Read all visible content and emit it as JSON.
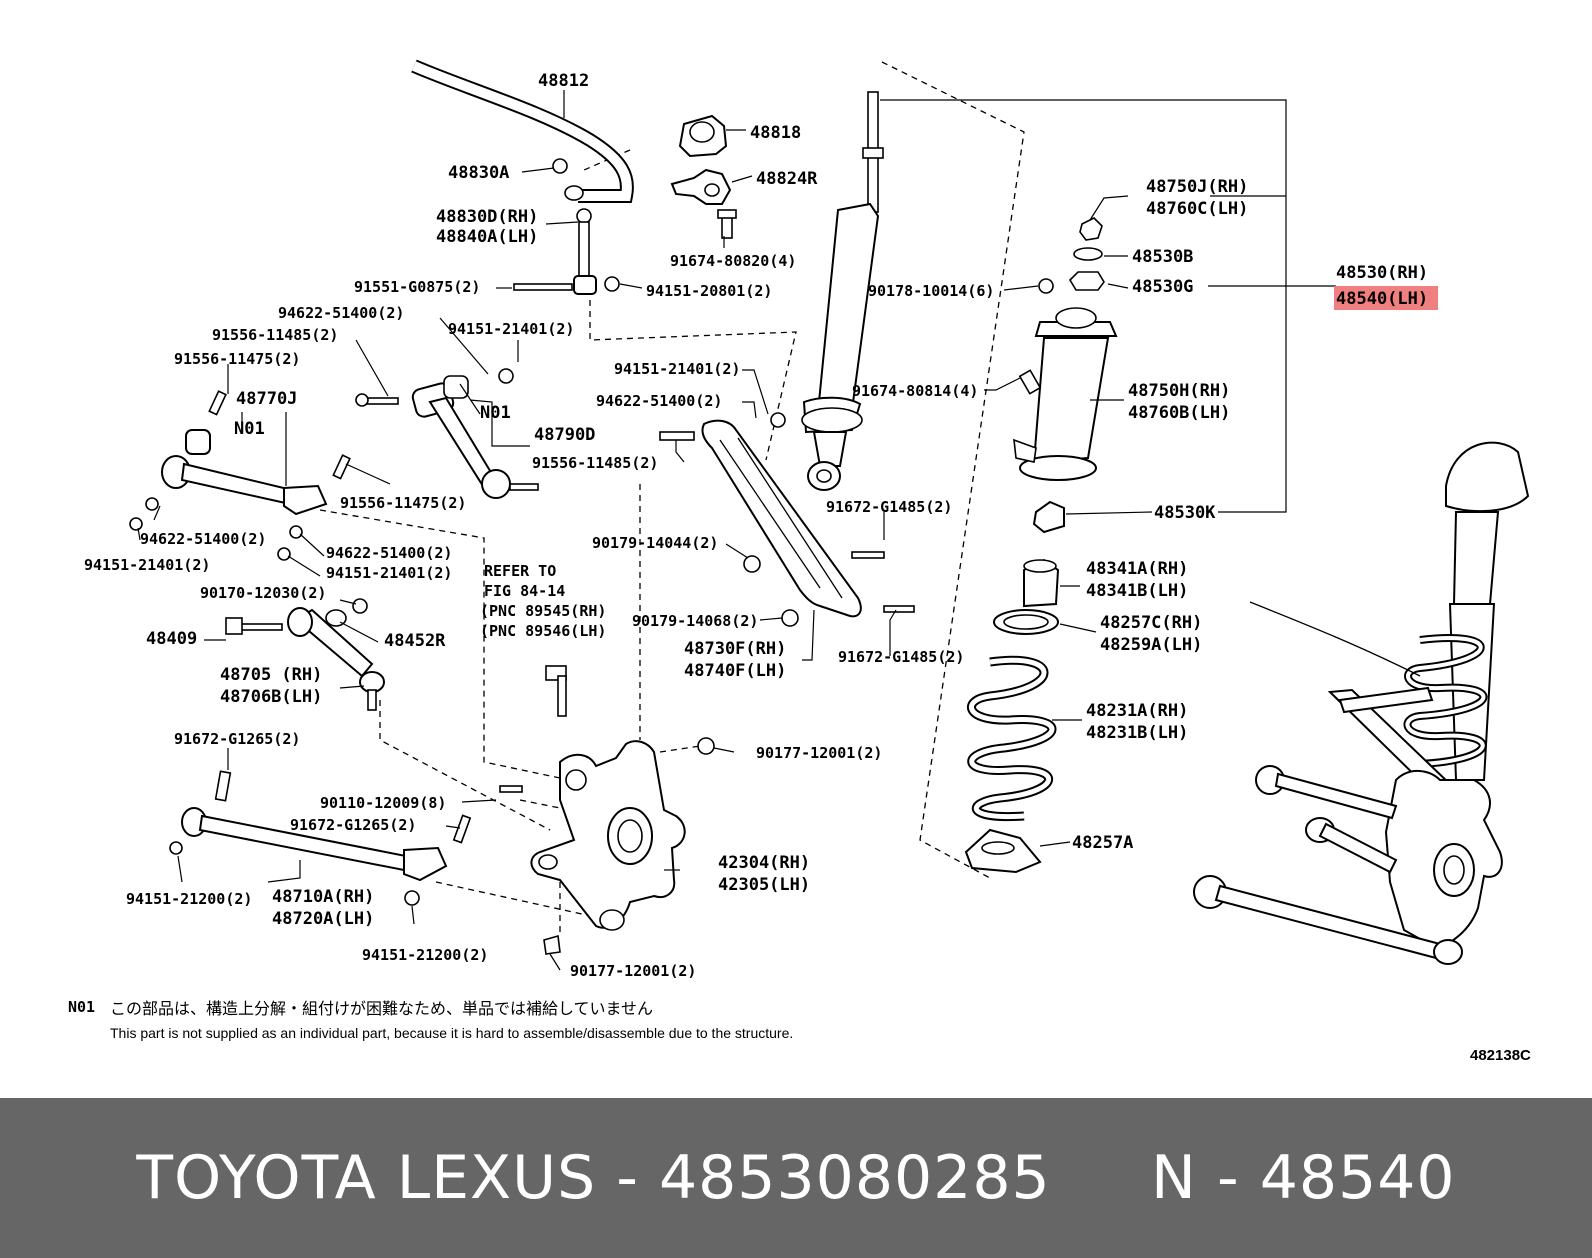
{
  "diagram": {
    "callouts": {
      "p48812": "48812",
      "p48818": "48818",
      "p48830A": "48830A",
      "p48824R": "48824R",
      "p48830D": "48830D(RH)",
      "p48840A": "48840A(LH)",
      "p91674_80820": "91674-80820(4)",
      "p91551": "91551-G0875(2)",
      "p94151_20801": "94151-20801(2)",
      "p94622_a": "94622-51400(2)",
      "p94151_21401_a": "94151-21401(2)",
      "p91556_11485_a": "91556-11485(2)",
      "p91556_11475_a": "91556-11475(2)",
      "p48770J": "48770J",
      "n01_a": "N01",
      "n01_b": "N01",
      "p48790D": "48790D",
      "p91556_11475_b": "91556-11475(2)",
      "p94622_b": "94622-51400(2)",
      "p94151_21401_b": "94151-21401(2)",
      "p94622_c": "94622-51400(2)",
      "p94151_21401_c": "94151-21401(2)",
      "p90170": "90170-12030(2)",
      "p48409": "48409",
      "p48452R": "48452R",
      "p48705": "48705 (RH)",
      "p48706B": "48706B(LH)",
      "refer1": "REFER TO",
      "refer2": "FIG 84-14",
      "refer3": "(PNC 89545(RH)",
      "refer4": "(PNC 89546(LH)",
      "p94151_21401_d": "94151-21401(2)",
      "p94622_d": "94622-51400(2)",
      "p91556_11485_b": "91556-11485(2)",
      "p90179_14044": "90179-14044(2)",
      "p90179_14068": "90179-14068(2)",
      "p48730F": "48730F(RH)",
      "p48740F": "48740F(LH)",
      "p91672_G1485_a": "91672-G1485(2)",
      "p91672_G1485_b": "91672-G1485(2)",
      "p91672_G1265_a": "91672-G1265(2)",
      "p90177_a": "90177-12001(2)",
      "p90110": "90110-12009(8)",
      "p91672_G1265_b": "91672-G1265(2)",
      "p42304": "42304(RH)",
      "p42305": "42305(LH)",
      "p94151_21200_a": "94151-21200(2)",
      "p48710A": "48710A(RH)",
      "p48720A": "48720A(LH)",
      "p94151_21200_b": "94151-21200(2)",
      "p90177_b": "90177-12001(2)",
      "p90178": "90178-10014(6)",
      "p91674_80814": "91674-80814(4)",
      "p48750J": "48750J(RH)",
      "p48760C": "48760C(LH)",
      "p48530B": "48530B",
      "p48530G": "48530G",
      "p48530RH": "48530(RH)",
      "p48540LH": "48540(LH)",
      "p48750H": "48750H(RH)",
      "p48760B": "48760B(LH)",
      "p48530K": "48530K",
      "p48341A": "48341A(RH)",
      "p48341B": "48341B(LH)",
      "p48257C": "48257C(RH)",
      "p48259A": "48259A(LH)",
      "p48231A": "48231A(RH)",
      "p48231B": "48231B(LH)",
      "p48257A": "48257A"
    },
    "highlight_color": "#f08080",
    "note": {
      "code": "N01",
      "jp": "この部品は、構造上分解・組付けが困難なため、単品では補給していません",
      "en": "This part is not supplied as an individual part, because it is hard to assemble/disassemble due to the structure."
    },
    "figure_id": "482138C"
  },
  "banner": {
    "text": "TOYOTA LEXUS - 4853080285     N - 48540",
    "background": "#666666",
    "color": "#ffffff"
  }
}
